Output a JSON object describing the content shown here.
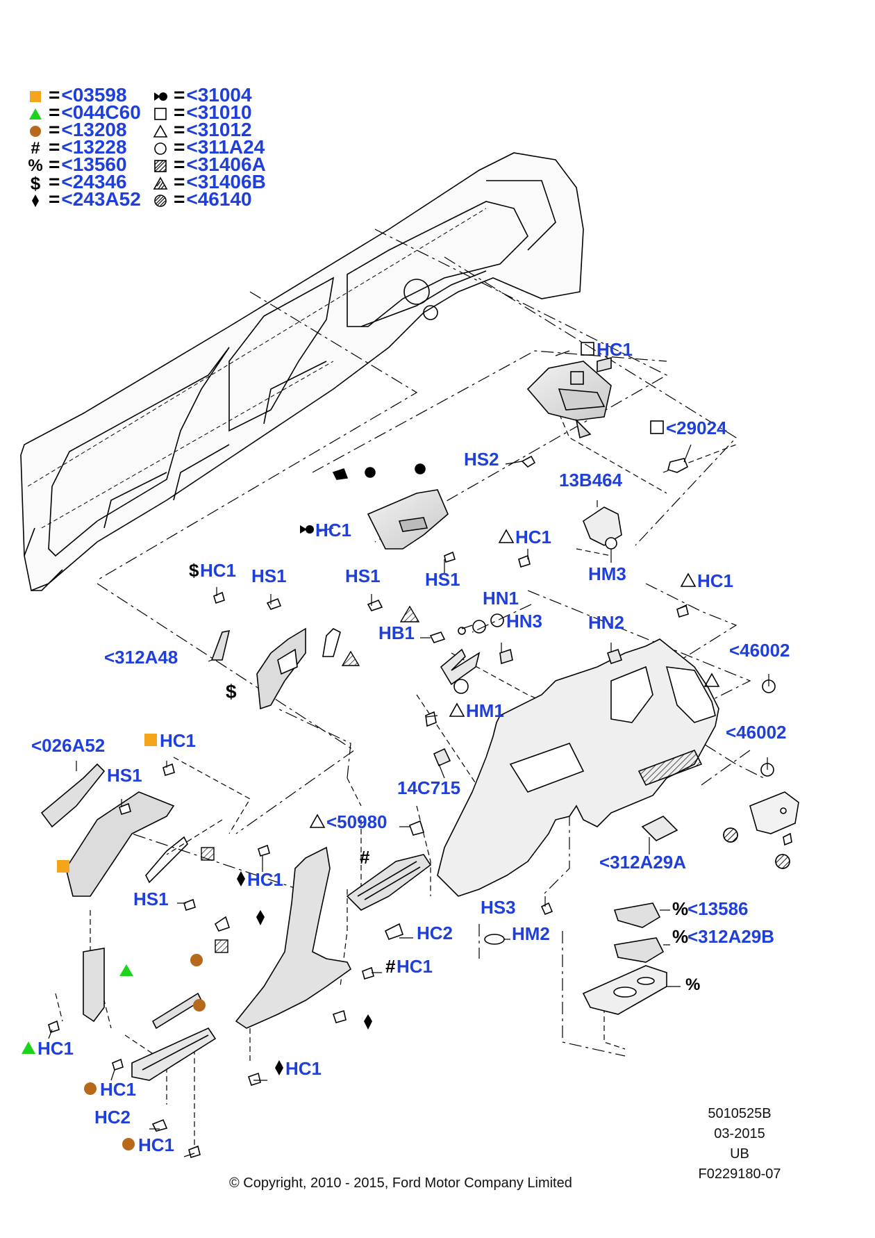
{
  "legend": [
    {
      "symbol": "orange-square",
      "ref": "<03598"
    },
    {
      "symbol": "green-triangle",
      "ref": "<044C60"
    },
    {
      "symbol": "brown-circle",
      "ref": "<13208"
    },
    {
      "symbol": "#",
      "ref": "<13228"
    },
    {
      "symbol": "%",
      "ref": "<13560"
    },
    {
      "symbol": "$",
      "ref": "<24346"
    },
    {
      "symbol": "diamond",
      "ref": "<243A52"
    },
    {
      "symbol": "bowtie",
      "ref": "<31004"
    },
    {
      "symbol": "open-square",
      "ref": "<31010"
    },
    {
      "symbol": "open-triangle",
      "ref": "<31012"
    },
    {
      "symbol": "open-circle",
      "ref": "<311A24"
    },
    {
      "symbol": "hatched-square",
      "ref": "<31406A"
    },
    {
      "symbol": "hatched-triangle",
      "ref": "<31406B"
    },
    {
      "symbol": "hatched-circle",
      "ref": "<46140"
    }
  ],
  "callouts": [
    {
      "id": "c1",
      "prefix": "open-square",
      "text": "HC1"
    },
    {
      "id": "c2",
      "prefix": "open-square",
      "text": "<29024"
    },
    {
      "id": "c3",
      "prefix": "",
      "text": "HS2"
    },
    {
      "id": "c4",
      "prefix": "",
      "text": "13B464"
    },
    {
      "id": "c5",
      "prefix": "bowtie",
      "text": "HC1"
    },
    {
      "id": "c6",
      "prefix": "open-triangle",
      "text": "HC1"
    },
    {
      "id": "c7",
      "prefix": "",
      "text": "HM3"
    },
    {
      "id": "c8",
      "prefix": "",
      "text": "HS1"
    },
    {
      "id": "c9",
      "prefix": "open-triangle",
      "text": "HC1"
    },
    {
      "id": "c10",
      "prefix": "$",
      "text": "HC1"
    },
    {
      "id": "c11",
      "prefix": "",
      "text": "HS1"
    },
    {
      "id": "c12",
      "prefix": "",
      "text": "HS1"
    },
    {
      "id": "c13",
      "prefix": "",
      "text": "HN1"
    },
    {
      "id": "c14",
      "prefix": "open-circle",
      "text": "HN3"
    },
    {
      "id": "c15",
      "prefix": "",
      "text": "HB1"
    },
    {
      "id": "c16",
      "prefix": "",
      "text": "HN2"
    },
    {
      "id": "c17",
      "prefix": "",
      "text": "<46002"
    },
    {
      "id": "c18",
      "prefix": "",
      "text": "<312A48"
    },
    {
      "id": "c19",
      "prefix": "open-triangle",
      "text": "HM1"
    },
    {
      "id": "c20",
      "prefix": "",
      "text": "<46002"
    },
    {
      "id": "c21",
      "prefix": "",
      "text": "<026A52"
    },
    {
      "id": "c22",
      "prefix": "orange-square",
      "text": "HC1"
    },
    {
      "id": "c23",
      "prefix": "",
      "text": "HS1"
    },
    {
      "id": "c24",
      "prefix": "",
      "text": "14C715"
    },
    {
      "id": "c25",
      "prefix": "open-triangle",
      "text": "<50980"
    },
    {
      "id": "c26",
      "prefix": "diamond",
      "text": "HC1"
    },
    {
      "id": "c27",
      "prefix": "",
      "text": "<312A29A"
    },
    {
      "id": "c28",
      "prefix": "",
      "text": "HS1"
    },
    {
      "id": "c29",
      "prefix": "",
      "text": "HS3"
    },
    {
      "id": "c30",
      "prefix": "%",
      "text": "<13586"
    },
    {
      "id": "c31",
      "prefix": "",
      "text": "HC2"
    },
    {
      "id": "c32",
      "prefix": "",
      "text": "HM2"
    },
    {
      "id": "c33",
      "prefix": "%",
      "text": "<312A29B"
    },
    {
      "id": "c34",
      "prefix": "#",
      "text": "HC1"
    },
    {
      "id": "c35",
      "prefix": "green-triangle",
      "text": "HC1"
    },
    {
      "id": "c36",
      "prefix": "brown-circle",
      "text": "HC1"
    },
    {
      "id": "c37",
      "prefix": "diamond",
      "text": "HC1"
    },
    {
      "id": "c38",
      "prefix": "",
      "text": "HC2"
    },
    {
      "id": "c39",
      "prefix": "brown-circle",
      "text": "HC1"
    }
  ],
  "loose_symbols": [
    {
      "id": "s1",
      "symbol": "open-square"
    },
    {
      "id": "s2",
      "symbol": "hatched-triangle"
    },
    {
      "id": "s3",
      "symbol": "open-circle"
    },
    {
      "id": "s4",
      "symbol": "open-circle"
    },
    {
      "id": "s5",
      "symbol": "$"
    },
    {
      "id": "s6",
      "symbol": "open-triangle"
    },
    {
      "id": "s7",
      "symbol": "hatched-triangle"
    },
    {
      "id": "s8",
      "symbol": "hatched-circle"
    },
    {
      "id": "s9",
      "symbol": "hatched-circle"
    },
    {
      "id": "s10",
      "symbol": "orange-square"
    },
    {
      "id": "s11",
      "symbol": "hatched-square"
    },
    {
      "id": "s12",
      "symbol": "hatched-square"
    },
    {
      "id": "s13",
      "symbol": "#"
    },
    {
      "id": "s14",
      "symbol": "diamond"
    },
    {
      "id": "s15",
      "symbol": "green-triangle"
    },
    {
      "id": "s16",
      "symbol": "brown-circle"
    },
    {
      "id": "s17",
      "symbol": "brown-circle"
    },
    {
      "id": "s18",
      "symbol": "diamond"
    },
    {
      "id": "s19",
      "symbol": "%"
    }
  ],
  "footer": {
    "code1": "5010525B",
    "date": "03-2015",
    "region": "UB",
    "code2": "F0229180-07",
    "copyright": "© Copyright, 2010 - 2015, Ford Motor Company Limited"
  },
  "colors": {
    "label_blue": "#1f3fdb",
    "orange": "#f5a51b",
    "green": "#1bd41b",
    "brown": "#b8681a",
    "line": "#000000"
  }
}
